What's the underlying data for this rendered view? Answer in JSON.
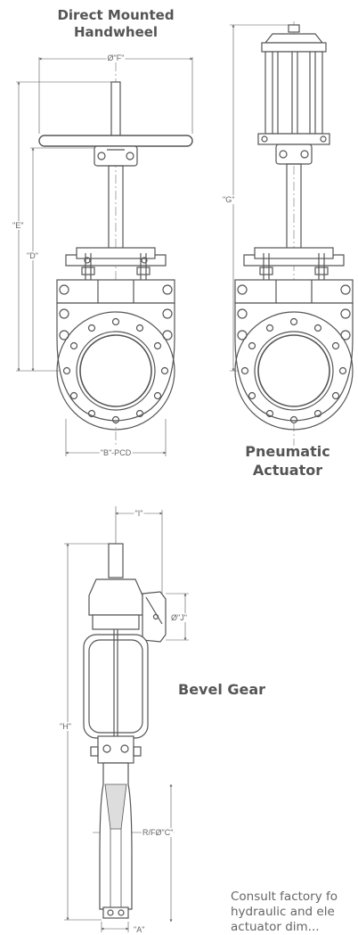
{
  "titles": {
    "handwheel": "Direct Mounted\nHandwheel",
    "pneumatic": "Pneumatic\nActuator",
    "bevel": "Bevel Gear"
  },
  "dims": {
    "F": "Ø\"F\"",
    "E": "\"E\"",
    "D": "\"D\"",
    "B": "\"B\"-PCD",
    "G": "\"G\"",
    "I": "\"I\"",
    "J": "Ø\"J\"",
    "H": "\"H\"",
    "C": "R/FØ\"C\"",
    "A": "\"A\""
  },
  "note": [
    "Consult factory fo",
    "hydraulic and ele",
    "actuator dim..."
  ],
  "colors": {
    "line": "#555555",
    "title": "#555555",
    "text": "#666666"
  }
}
